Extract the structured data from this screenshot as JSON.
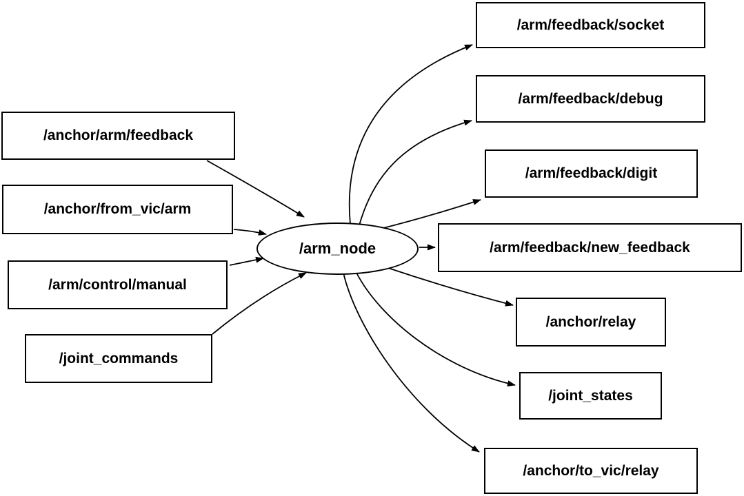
{
  "diagram": {
    "center_node": {
      "label": "/arm_node",
      "shape": "ellipse"
    },
    "input_topics": [
      {
        "label": "/anchor/arm/feedback"
      },
      {
        "label": "/anchor/from_vic/arm"
      },
      {
        "label": "/arm/control/manual"
      },
      {
        "label": "/joint_commands"
      }
    ],
    "output_topics": [
      {
        "label": "/arm/feedback/socket"
      },
      {
        "label": "/arm/feedback/debug"
      },
      {
        "label": "/arm/feedback/digit"
      },
      {
        "label": "/arm/feedback/new_feedback"
      },
      {
        "label": "/anchor/relay"
      },
      {
        "label": "/joint_states"
      },
      {
        "label": "/anchor/to_vic/relay"
      }
    ],
    "edges": [
      {
        "from": "/anchor/arm/feedback",
        "to": "/arm_node"
      },
      {
        "from": "/anchor/from_vic/arm",
        "to": "/arm_node"
      },
      {
        "from": "/arm/control/manual",
        "to": "/arm_node"
      },
      {
        "from": "/joint_commands",
        "to": "/arm_node"
      },
      {
        "from": "/arm_node",
        "to": "/arm/feedback/socket"
      },
      {
        "from": "/arm_node",
        "to": "/arm/feedback/debug"
      },
      {
        "from": "/arm_node",
        "to": "/arm/feedback/digit"
      },
      {
        "from": "/arm_node",
        "to": "/arm/feedback/new_feedback"
      },
      {
        "from": "/arm_node",
        "to": "/anchor/relay"
      },
      {
        "from": "/arm_node",
        "to": "/joint_states"
      },
      {
        "from": "/arm_node",
        "to": "/anchor/to_vic/relay"
      }
    ],
    "colors": {
      "background": "#ffffff",
      "node_fill": "#ffffff",
      "node_border": "#000000",
      "edge": "#000000",
      "text": "#000000"
    }
  }
}
